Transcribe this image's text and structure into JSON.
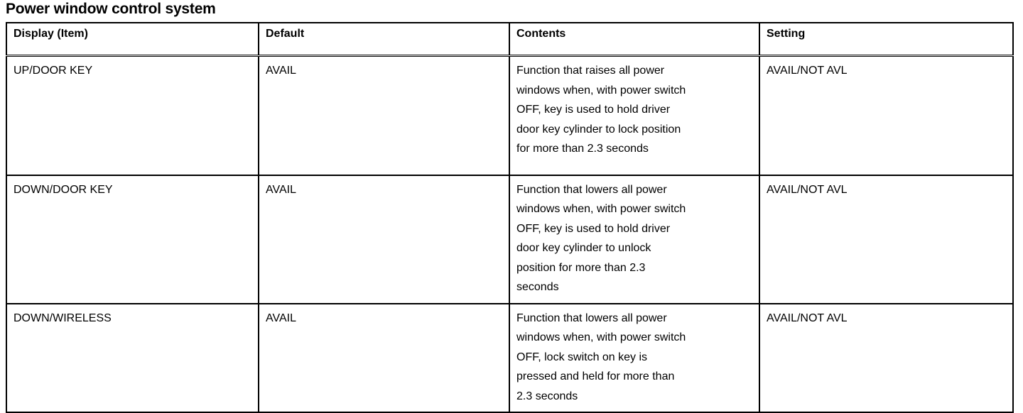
{
  "document": {
    "title": "Power window control system"
  },
  "table": {
    "columns": [
      "Display (Item)",
      "Default",
      "Contents",
      "Setting"
    ],
    "rows": [
      {
        "display_item": "UP/DOOR KEY",
        "default": "AVAIL",
        "contents_lines": [
          "Function that raises all power",
          "windows when, with power switch",
          "OFF, key is used to hold driver",
          "door key cylinder to lock position",
          "for more than 2.3 seconds"
        ],
        "contents_text": "Function that raises all power windows when, with power switch OFF, key is used to hold driver door key cylinder to lock position for more than 2.3 seconds",
        "setting": "AVAIL/NOT AVL"
      },
      {
        "display_item": "DOWN/DOOR KEY",
        "default": "AVAIL",
        "contents_lines": [
          "Function that lowers all power",
          "windows when, with power switch",
          "OFF, key is used to hold driver",
          "door key cylinder to unlock",
          "position for more than 2.3",
          "seconds"
        ],
        "contents_text": "Function that lowers all power windows when, with power switch OFF, key is used to hold driver door key cylinder to unlock position for more than 2.3 seconds",
        "setting": "AVAIL/NOT AVL"
      },
      {
        "display_item": "DOWN/WIRELESS",
        "default": "AVAIL",
        "contents_lines": [
          "Function that lowers all power",
          "windows when, with power switch",
          "OFF, lock switch on key is",
          "pressed and held for more than",
          "2.3 seconds"
        ],
        "contents_text": "Function that lowers all power windows when, with power switch OFF, lock switch on key is pressed and held for more than 2.3 seconds",
        "setting": "AVAIL/NOT AVL"
      }
    ]
  },
  "colors": {
    "text": "#000000",
    "background": "#ffffff",
    "border": "#000000"
  }
}
